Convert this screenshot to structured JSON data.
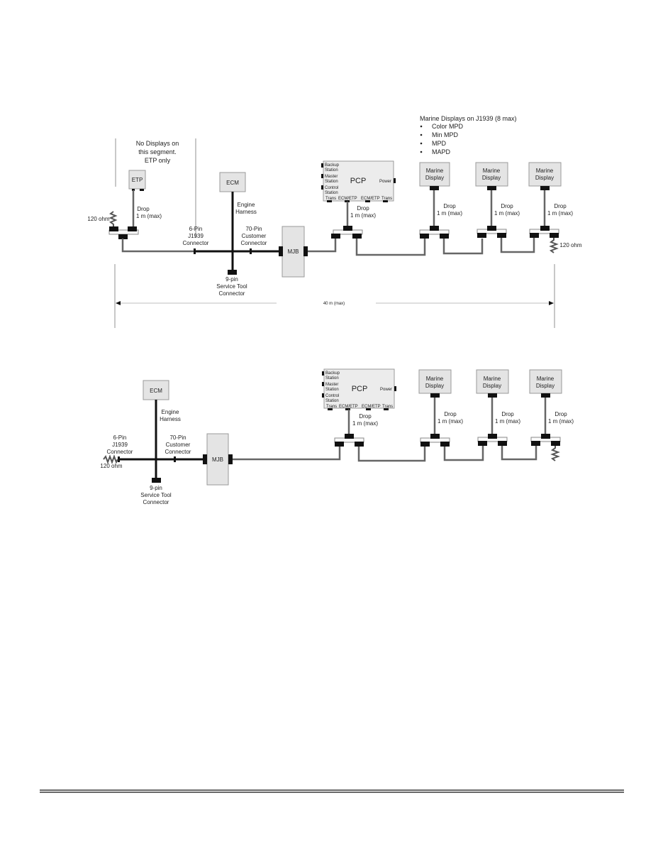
{
  "diagram1": {
    "segment_note": [
      "No Displays on",
      "this segment.",
      "ETP only"
    ],
    "etp": "ETP",
    "ecm": "ECM",
    "engine_harness": [
      "Engine",
      "Harness"
    ],
    "six_pin": [
      "6-Pin",
      "J1939",
      "Connector"
    ],
    "seventy_pin": [
      "70-Pin",
      "Customer",
      "Connector"
    ],
    "nine_pin": [
      "9-pin",
      "Service Tool",
      "Connector"
    ],
    "mjb": "MJB",
    "resistor_left": "120 ohm",
    "resistor_right": "120 ohm",
    "drop": [
      "Drop",
      "1 m (max)"
    ],
    "dimension": "40 m (max)",
    "pcp": {
      "title": "PCP",
      "ports_left": [
        [
          "Backup",
          "Station"
        ],
        [
          "Master",
          "Station"
        ],
        [
          "Control",
          "Station"
        ]
      ],
      "power": "Power",
      "bottom_ports": [
        "Trans",
        "ECM/ETP",
        "ECM/ETP",
        "Trans"
      ]
    },
    "marine_display": [
      "Marine",
      "Display"
    ],
    "legend": {
      "title": "Marine Displays on J1939 (8 max)",
      "items": [
        "Color MPD",
        "Min MPD",
        "MPD",
        "MAPD"
      ]
    }
  },
  "diagram2": {
    "ecm": "ECM",
    "engine_harness": [
      "Engine",
      "Harness"
    ],
    "six_pin": [
      "6-Pin",
      "J1939",
      "Connector"
    ],
    "seventy_pin": [
      "70-Pin",
      "Customer",
      "Connector"
    ],
    "nine_pin": [
      "9-pin",
      "Service Tool",
      "Connector"
    ],
    "mjb": "MJB",
    "resistor_left": "120 ohm",
    "drop": [
      "Drop",
      "1 m (max)"
    ],
    "pcp": {
      "title": "PCP",
      "ports_left": [
        [
          "Backup",
          "Station"
        ],
        [
          "Master",
          "Station"
        ],
        [
          "Control",
          "Station"
        ]
      ],
      "power": "Power",
      "bottom_ports": [
        "Trans",
        "ECM/ETP",
        "ECM/ETP",
        "Trans"
      ]
    },
    "marine_display": [
      "Marine",
      "Display"
    ]
  }
}
